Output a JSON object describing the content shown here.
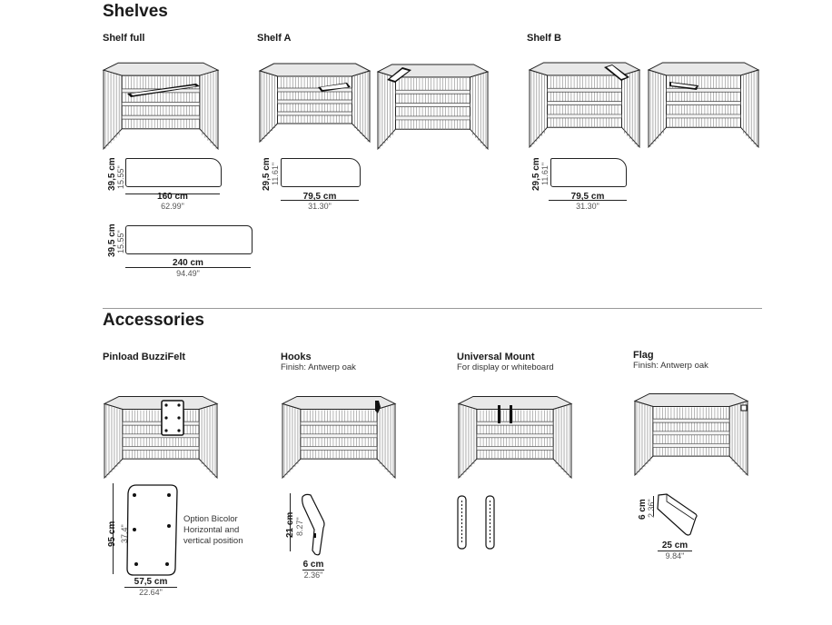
{
  "sections": {
    "shelves": {
      "title": "Shelves",
      "groups": [
        {
          "label": "Shelf full"
        },
        {
          "label": "Shelf A"
        },
        {
          "label": "Shelf B"
        }
      ],
      "dims": {
        "full_160": {
          "height_cm": "39,5 cm",
          "height_in": "15.55\"",
          "width_cm": "160 cm",
          "width_in": "62.99\""
        },
        "full_240": {
          "height_cm": "39,5 cm",
          "height_in": "15.55\"",
          "width_cm": "240 cm",
          "width_in": "94.49\""
        },
        "a": {
          "height_cm": "29,5 cm",
          "height_in": "11.61\"",
          "width_cm": "79,5 cm",
          "width_in": "31.30\""
        },
        "b": {
          "height_cm": "29,5 cm",
          "height_in": "11.61\"",
          "width_cm": "79,5 cm",
          "width_in": "31.30\""
        }
      }
    },
    "accessories": {
      "title": "Accessories",
      "items": [
        {
          "label": "Pinload BuzziFelt",
          "sub": "",
          "height_cm": "95 cm",
          "height_in": "37.4\"",
          "width_cm": "57,5 cm",
          "width_in": "22.64\"",
          "note": [
            "Option Bicolor",
            "Horizontal and",
            "vertical position"
          ]
        },
        {
          "label": "Hooks",
          "sub": "Finish: Antwerp oak",
          "height_cm": "21 cm",
          "height_in": "8.27\"",
          "width_cm": "6 cm",
          "width_in": "2.36\""
        },
        {
          "label": "Universal Mount",
          "sub": "For display or whiteboard"
        },
        {
          "label": "Flag",
          "sub": "Finish: Antwerp oak",
          "height_cm": "6 cm",
          "height_in": "2.36\"",
          "width_cm": "25 cm",
          "width_in": "9.84\""
        }
      ]
    }
  },
  "colors": {
    "ink": "#1a1a1a",
    "rule": "#999999"
  },
  "icons": [
    "shelf-unit-drawing",
    "shelf-plate-drawing",
    "pinboard-drawing",
    "hook-drawing",
    "mount-rail-drawing",
    "flag-drawing"
  ]
}
